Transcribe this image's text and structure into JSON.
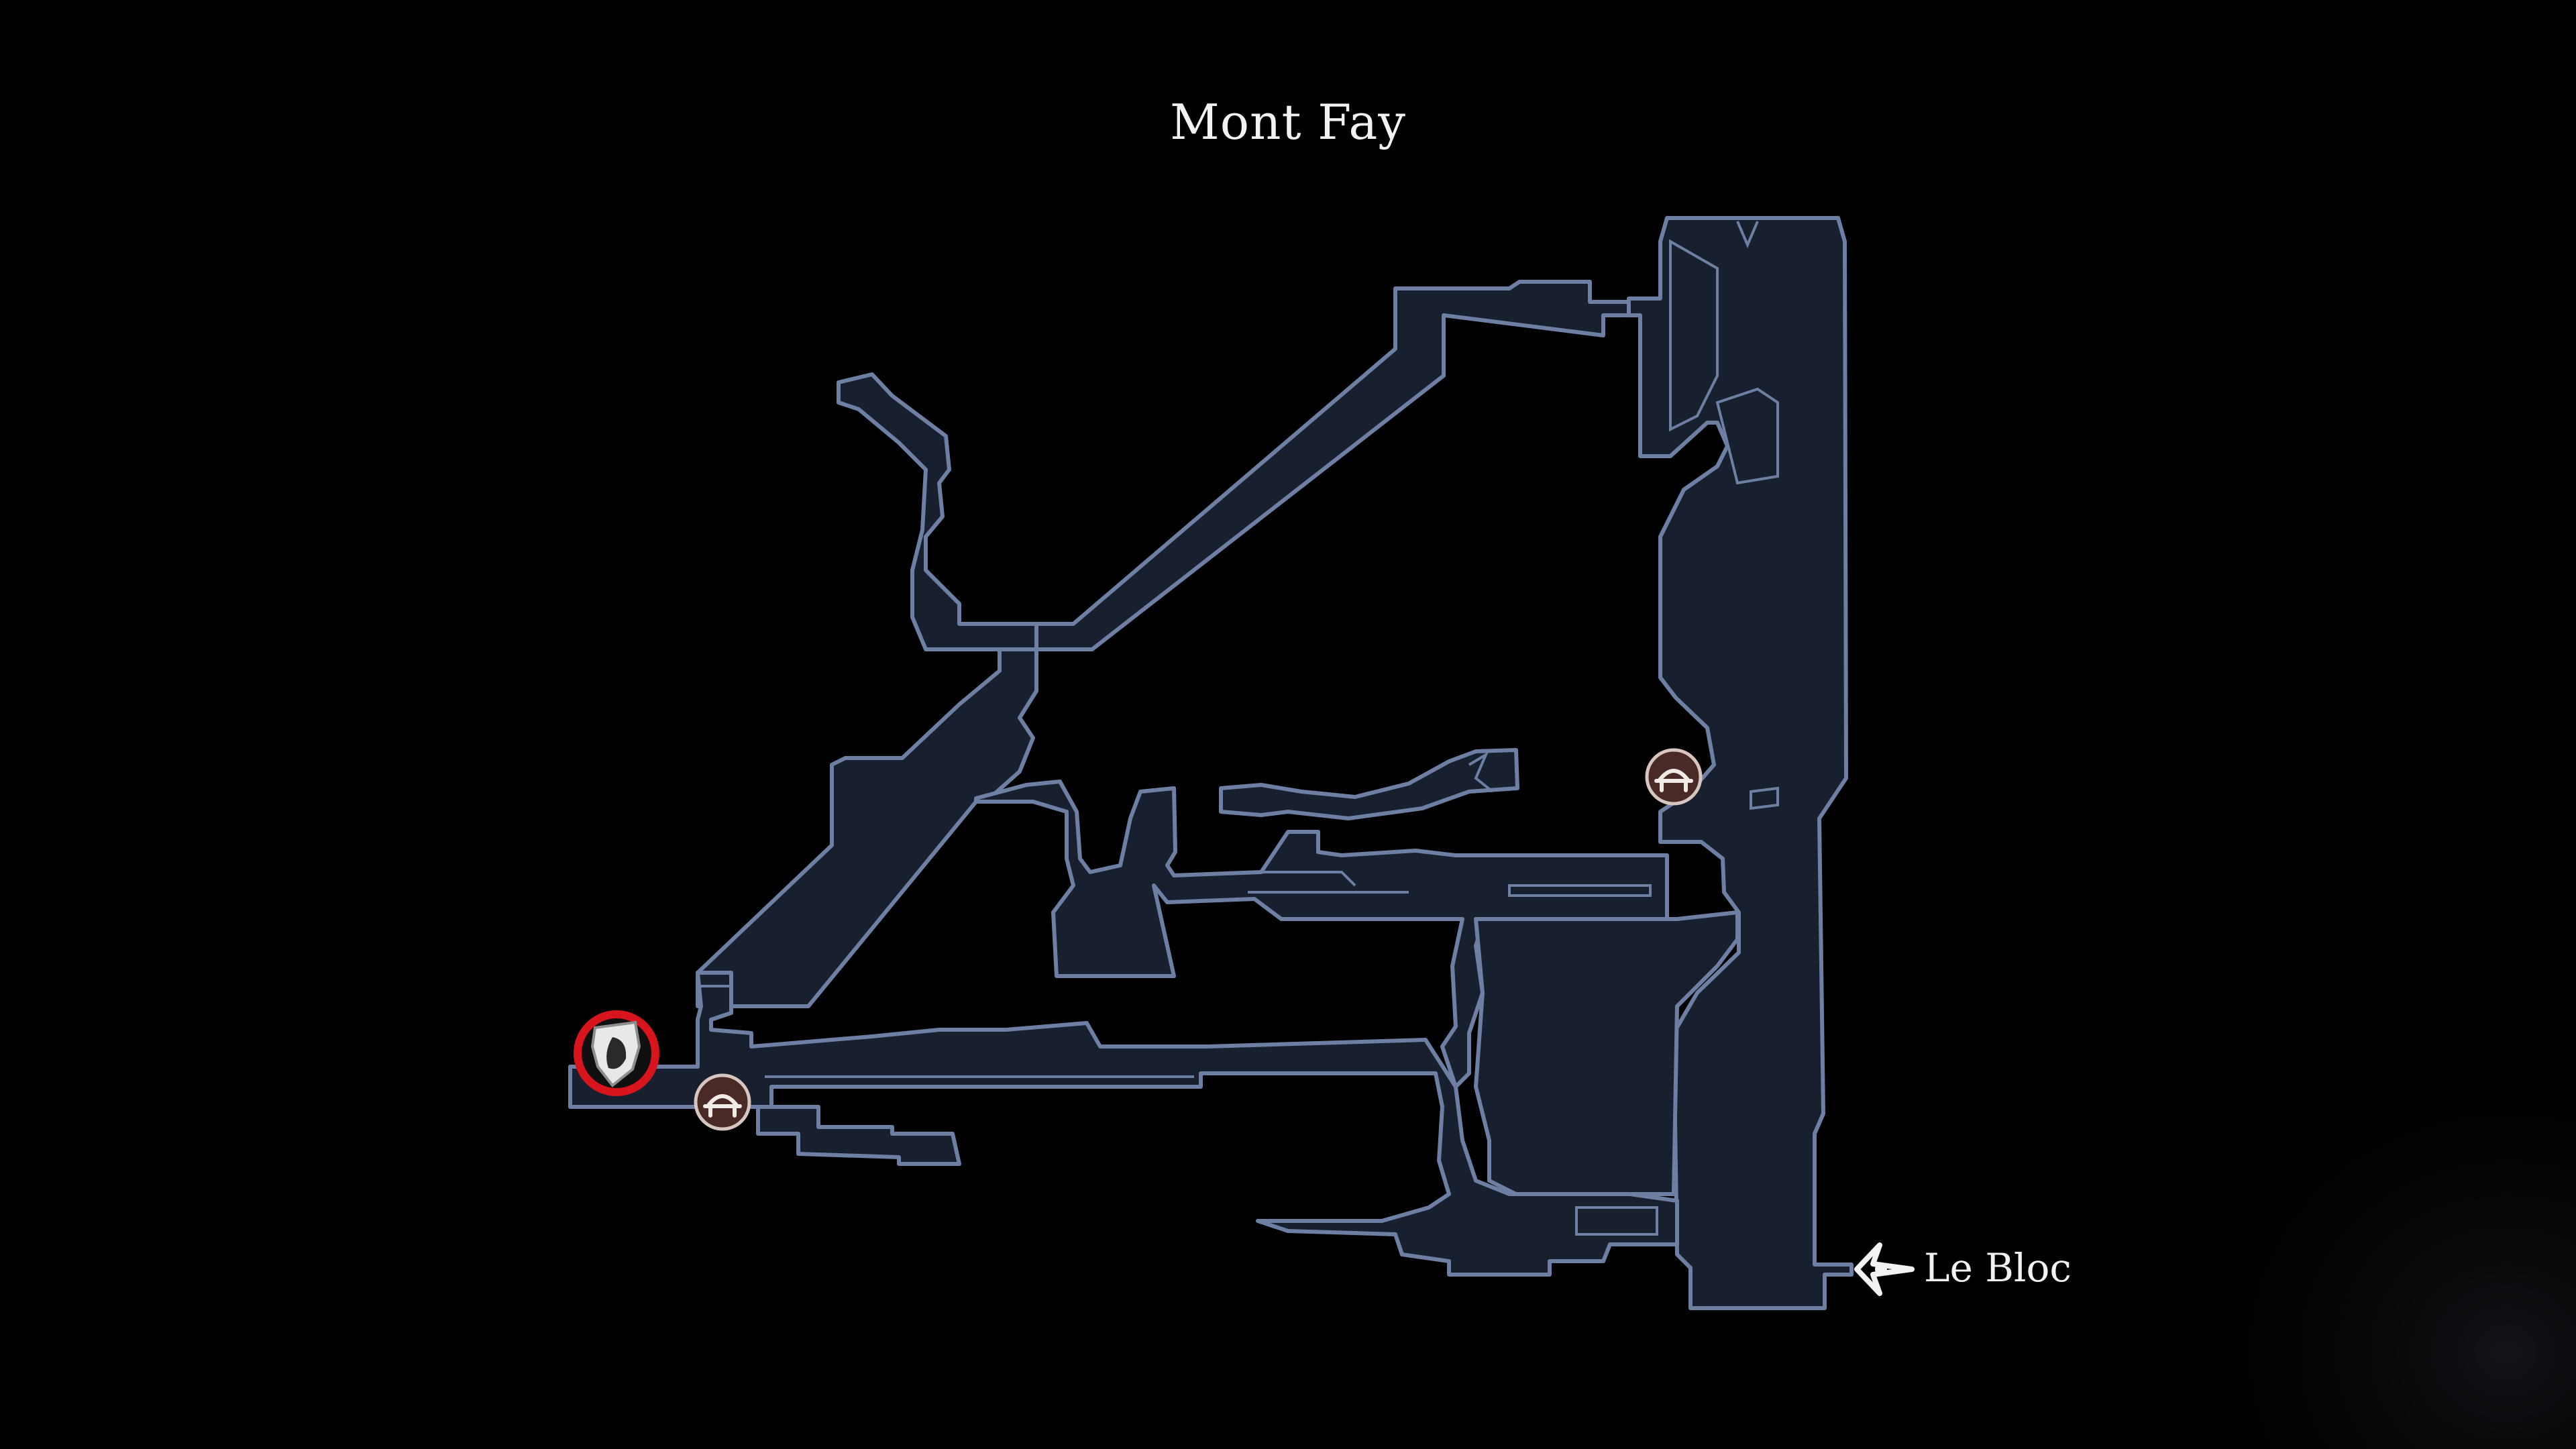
{
  "map": {
    "area_title": "Mont Fay",
    "exit": {
      "label": "Le Bloc",
      "icon": "exit-arrow-icon"
    },
    "markers": [
      {
        "type": "current-location",
        "icon": "mask-shield-icon",
        "highlighted": true
      },
      {
        "type": "bench",
        "icon": "bench-icon"
      },
      {
        "type": "bench",
        "icon": "bench-icon"
      }
    ],
    "colors": {
      "background": "#000000",
      "room_fill": "#18202f",
      "room_outline": "#6d7fa3",
      "highlight_ring": "#d8141c",
      "bench_badge": "#4a2a26",
      "text": "#f2f2f2"
    }
  }
}
